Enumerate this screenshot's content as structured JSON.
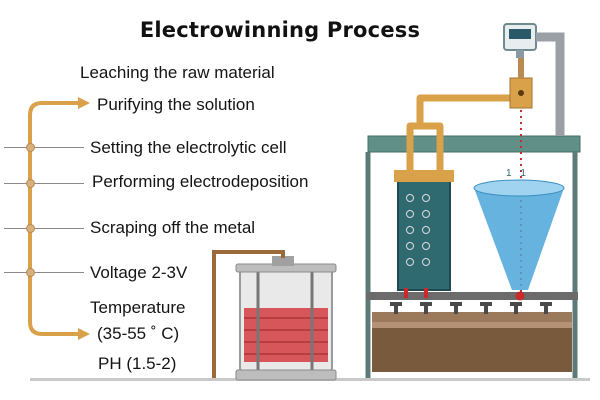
{
  "title": "Electrowinning Process",
  "steps": [
    "Leaching the raw material",
    "Purifying the solution",
    "Setting the electrolytic cell",
    "Performing electrodeposition",
    "Scraping off the metal"
  ],
  "conditions": {
    "voltage": "Voltage 2-3V",
    "temperature_label": "Temperature",
    "temperature_range": "(35-55 ˚ C)",
    "ph": "PH (1.5-2)"
  },
  "cell_marks": [
    "1",
    "1"
  ],
  "colors": {
    "pipe": "#d9a14a",
    "roof": "#5f8f86",
    "frame": "#5e7a78",
    "tank": "#2e6a70",
    "electrolyte": "#d6565a",
    "cone": "#4aa6d8",
    "drop": "#cc2a2a",
    "sediment": "#7a5a3c"
  }
}
